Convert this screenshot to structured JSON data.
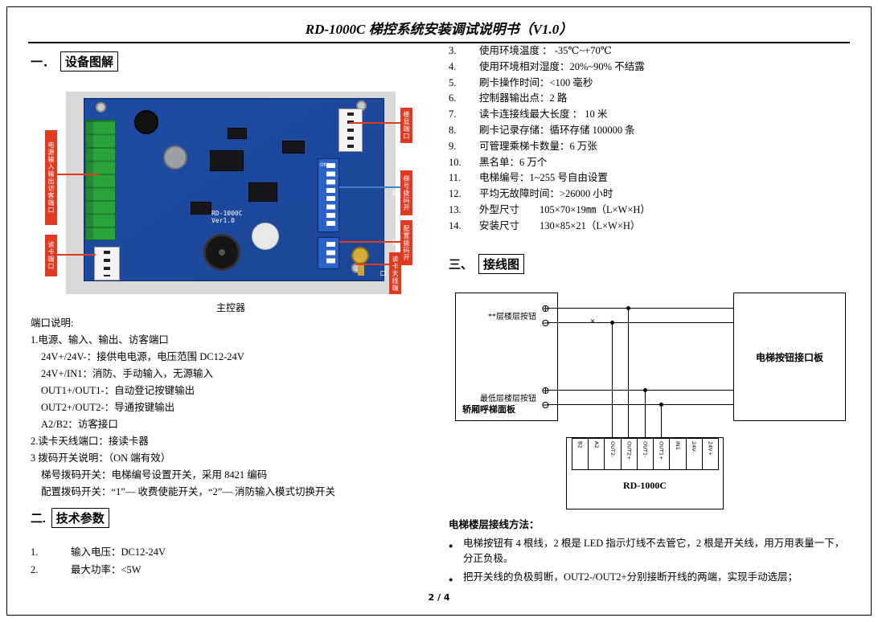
{
  "page": {
    "title": "RD-1000C 梯控系统安装调试说明书（V1.0）",
    "footer": "2 / 4"
  },
  "colors": {
    "pcb_blue": "#1c4696",
    "terminal_green": "#2aa33d",
    "dip_blue": "#2a62c9",
    "callout_red": "#e03a20",
    "photo_bg": "#d9d9d9",
    "wire_blue": "#3f86c9",
    "gold": "#d4af37"
  },
  "sections": {
    "s1_num": "一．",
    "s1_title": "设备图解",
    "s2_num": "二.",
    "s2_title": "技术参数",
    "s3_num": "三、",
    "s3_title": "接线图"
  },
  "board": {
    "caption": "主控器",
    "silkscreen": "RD-1000C",
    "silkscreen_ver": "Ver1.0",
    "dip_on": "ON",
    "callouts": {
      "left_top": "电源输入输出访客端口",
      "left_bottom": "读卡端口",
      "right_top": "楼显端口",
      "right_mid": "梯号拨码开关",
      "right_low": "配置拨码开关",
      "right_bottom": "读卡天线端口"
    }
  },
  "port_notes": {
    "title": "端口说明:",
    "lines": [
      {
        "indent": 0,
        "text": "1.电源、输入、输出、访客端口"
      },
      {
        "indent": 1,
        "text": "24V+/24V-：接供电电源，电压范围 DC12-24V"
      },
      {
        "indent": 1,
        "text": "24V+/IN1：消防、手动输入，无源输入"
      },
      {
        "indent": 1,
        "text": "OUT1+/OUT1-：自动登记按键输出"
      },
      {
        "indent": 1,
        "text": "OUT2+/OUT2-：导通按键输出"
      },
      {
        "indent": 1,
        "text": "A2/B2：访客接口"
      },
      {
        "indent": 0,
        "text": "2.读卡天线端口：接读卡器"
      },
      {
        "indent": 0,
        "text": "3 拨码开关说明：（ON 端有效）"
      },
      {
        "indent": 1,
        "text": "梯号拨码开关：电梯编号设置开关，采用 8421 编码"
      },
      {
        "indent": 1,
        "text": "配置拨码开关：“1”— 收费使能开关，“2”— 消防输入模式切换开关"
      }
    ]
  },
  "tech_params_left": [
    {
      "num": "1.",
      "text": "输入电压：DC12-24V"
    },
    {
      "num": "2.",
      "text": "最大功率：<5W"
    }
  ],
  "tech_params_right": [
    {
      "num": "3.",
      "text": "使用环境温度 ： -35℃~+70℃"
    },
    {
      "num": "4.",
      "text": "使用环境相对湿度：20%~90% 不结露"
    },
    {
      "num": "5.",
      "text": "刷卡操作时间：<100 毫秒"
    },
    {
      "num": "6.",
      "text": "控制器输出点：2 路"
    },
    {
      "num": "7.",
      "text": "读卡连接线最大长度 ： 10 米"
    },
    {
      "num": "8.",
      "text": "刷卡记录存储：循环存储 100000 条"
    },
    {
      "num": "9.",
      "text": "可管理乘梯卡数量：6 万张"
    },
    {
      "num": "10.",
      "text": "黑名单：6 万个"
    },
    {
      "num": "11.",
      "text": "电梯编号：1~255 号自由设置"
    },
    {
      "num": "12.",
      "text": "平均无故障时间：>26000 小时"
    },
    {
      "num": "13.",
      "text": "外型尺寸　　105×70×19㎜（L×W×H）"
    },
    {
      "num": "14.",
      "text": "安装尺寸　　130×85×21（L×W×H）"
    }
  ],
  "diagram": {
    "row1_label": "**层楼层按钮",
    "row2_label": "最低层楼层按钮",
    "panel_caption": "轿厢呼梯面板",
    "right_box": "电梯按钮接口板",
    "controller": "RD-1000C",
    "terminals": [
      "B2",
      "A2",
      "OUT2-",
      "OUT2+",
      "OUT1-",
      "OUT1+",
      "IN1",
      "24V-",
      "24V+"
    ],
    "plus_sign": "⊕",
    "minus_sign": "⊖",
    "cut_sign": "×"
  },
  "wiring_method": {
    "title": "电梯楼层接线方法：",
    "bullet_char": "●",
    "bullets": [
      "电梯按钮有 4 根线，2 根是 LED 指示灯线不去管它，2 根是开关线，用万用表量一下，分正负极。",
      "把开关线的负极剪断，OUT2-/OUT2+分别接断开线的两端，实现手动选层；"
    ]
  }
}
